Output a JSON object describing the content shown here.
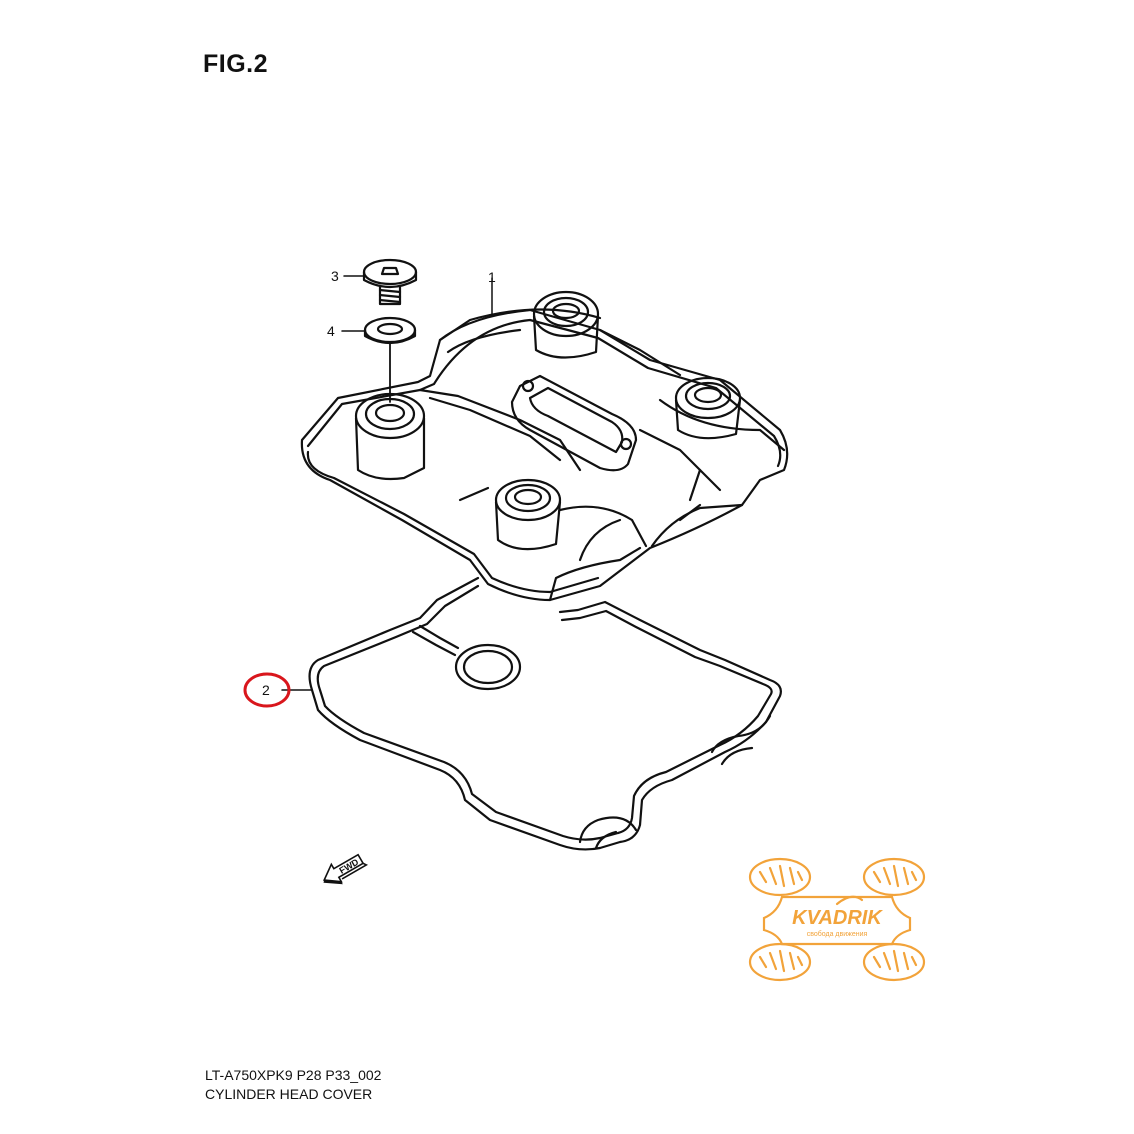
{
  "figure": {
    "title": "FIG.2"
  },
  "callouts": [
    {
      "number": "1",
      "part": "cylinder-head-cover"
    },
    {
      "number": "2",
      "part": "cover-gasket",
      "highlighted": true
    },
    {
      "number": "3",
      "part": "bolt"
    },
    {
      "number": "4",
      "part": "washer"
    }
  ],
  "direction_marker": {
    "label": "FWD"
  },
  "footer": {
    "model_code": "LT-A750XPK9 P28 P33_002",
    "section_name": "CYLINDER HEAD COVER"
  },
  "watermark": {
    "brand": "KVADRIK",
    "slogan": "свобода движения"
  },
  "colors": {
    "line": "#111111",
    "highlight_circle": "#d9161c",
    "watermark_orange": "#f2a33a",
    "background": "#ffffff"
  }
}
